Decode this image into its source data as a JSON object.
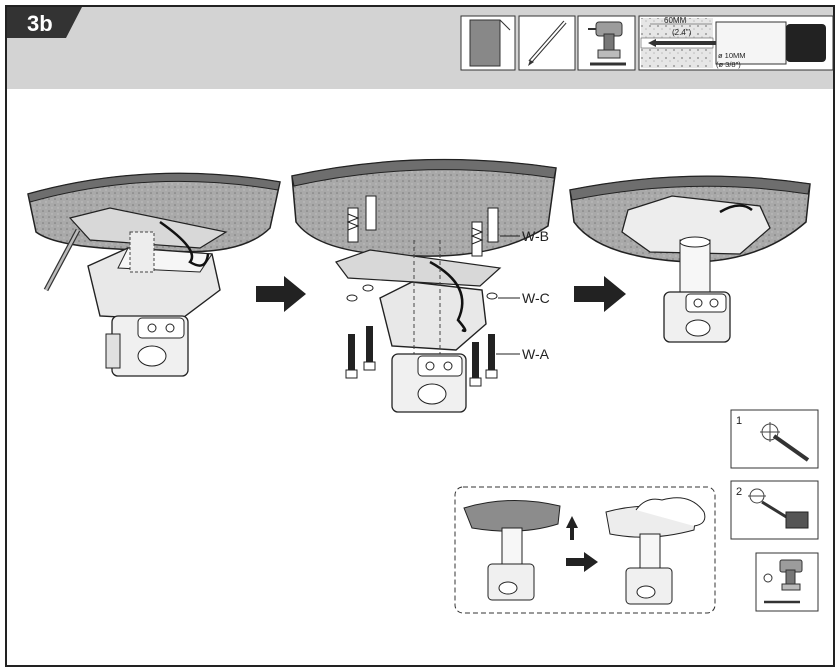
{
  "step": {
    "number": "3b"
  },
  "tools_strip": {
    "icons": [
      "wall-icon",
      "pencil-icon",
      "drill-icon",
      "drill-depth-icon"
    ],
    "depth_mm": "60MM",
    "depth_in": "(2.4\")",
    "diameter_mm": "ø 10MM",
    "diameter_in": "(ø 3/8\")"
  },
  "callouts": {
    "anchor": "W-B",
    "washer": "W-C",
    "bolt": "W-A"
  },
  "steps_mini": {
    "mark": "1",
    "drill": "2"
  },
  "colors": {
    "header_band": "#d3d3d3",
    "ceiling_top": "#8c8c8c",
    "badge": "#333333"
  }
}
